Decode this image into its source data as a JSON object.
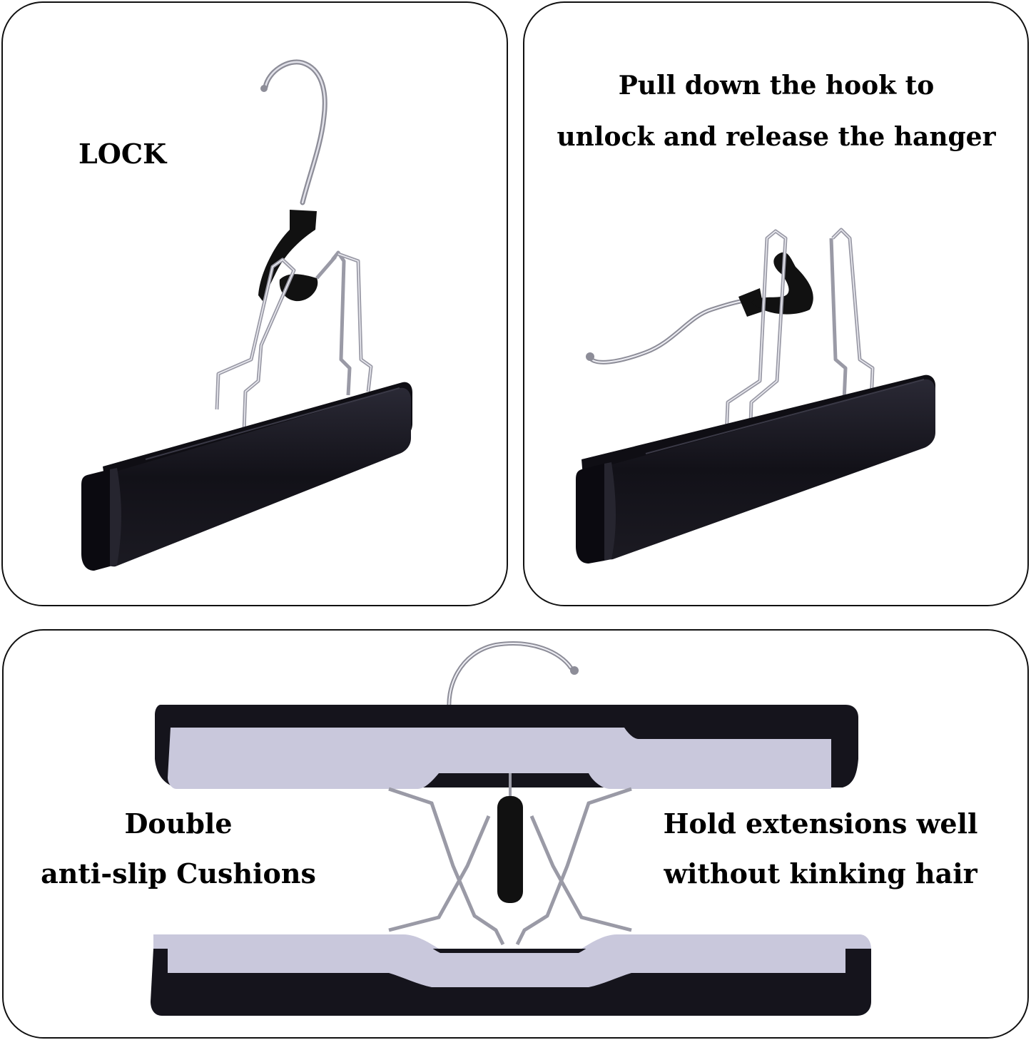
{
  "panels": {
    "lock": {
      "caption": "LOCK"
    },
    "unlock": {
      "caption_line1": "Pull down the hook to",
      "caption_line2": "unlock and release the hanger"
    },
    "cushion": {
      "left_line1": "Double",
      "left_line2": "anti-slip Cushions",
      "right_line1": "Hold extensions well",
      "right_line2": "without kinking hair"
    }
  },
  "colors": {
    "border": "#111111",
    "wood": "#15141c",
    "cushion": "#c9c8dc",
    "chrome": "#b9b9c4",
    "text": "#000000"
  }
}
